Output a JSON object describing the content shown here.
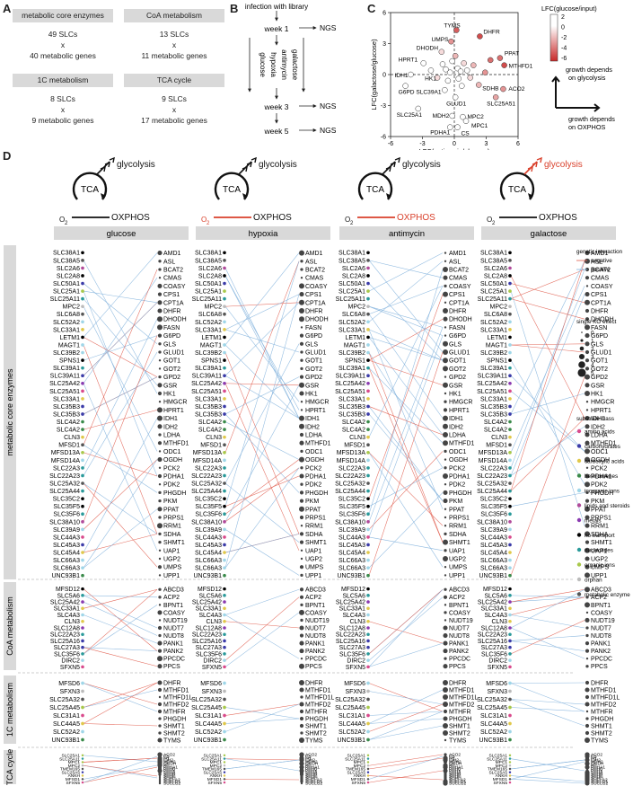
{
  "panel_a": {
    "label": "A",
    "boxes": [
      {
        "title": "metabolic core enzymes",
        "line1": "49 SLCs",
        "line2": "x",
        "line3": "40 metabolic genes"
      },
      {
        "title": "CoA metabolism",
        "line1": "13 SLCs",
        "line2": "x",
        "line3": "11 metabolic genes"
      },
      {
        "title": "1C metabolism",
        "line1": "8 SLCs",
        "line2": "x",
        "line3": "9 metabolic genes"
      },
      {
        "title": "TCA cycle",
        "line1": "9 SLCs",
        "line2": "x",
        "line3": "17 metabolic genes"
      }
    ]
  },
  "panel_b": {
    "label": "B",
    "infection": "infection with library",
    "week1": "week 1",
    "week3": "week 3",
    "week5": "week 5",
    "ngs": "NGS",
    "conditions": [
      "glucose",
      "hypoxia",
      "antimycin",
      "galactose"
    ]
  },
  "panel_c": {
    "label": "C",
    "xlabel": "LFC(antimycin/glucose)",
    "ylabel": "LFC(galactose/glucose)",
    "legend_title": "LFC(glucose/input)",
    "legend_ticks": [
      "2",
      "0",
      "-2",
      "-4",
      "-6"
    ],
    "arrow_up": "growth depends on glycolysis",
    "arrow_right": "growth depends on OXPHOS",
    "point_labels": [
      "TYMS",
      "UMPS",
      "DHODH",
      "HPRT1",
      "IDH1",
      "HK1",
      "G6PD",
      "SLC39A1",
      "GLUD1",
      "SLC25A1",
      "MDH2",
      "PDHA1",
      "CS",
      "MPC2",
      "MPC1",
      "DHFR",
      "PPAT",
      "MTHFD1",
      "SDHB",
      "ACO2",
      "SLC25A51"
    ]
  },
  "chart_data": {
    "type": "scatter",
    "title": "",
    "xlabel": "LFC(antimycin/glucose)",
    "ylabel": "LFC(galactose/glucose)",
    "xlim": [
      -6,
      6
    ],
    "ylim": [
      -6,
      6
    ],
    "x_ticks": [
      -6,
      -3,
      0,
      3,
      6
    ],
    "y_ticks": [
      -6,
      -3,
      0,
      3,
      6
    ],
    "points": [
      {
        "label": "TYMS",
        "x": 0.2,
        "y": 4.3,
        "c": -4.5
      },
      {
        "label": "UMPS",
        "x": -0.3,
        "y": 3.2,
        "c": -3
      },
      {
        "label": "DHODH",
        "x": -1.2,
        "y": 2.2,
        "c": -1
      },
      {
        "label": "HPRT1",
        "x": -2.9,
        "y": 1.1,
        "c": 0
      },
      {
        "label": "IDH1",
        "x": -4.1,
        "y": 0.0,
        "c": 0
      },
      {
        "label": "HK1",
        "x": -1.6,
        "y": -0.3,
        "c": -1
      },
      {
        "label": "G6PD",
        "x": -4.6,
        "y": -1.1,
        "c": 0
      },
      {
        "label": "SLC39A1",
        "x": -0.9,
        "y": -1.5,
        "c": 0
      },
      {
        "label": "GLUD1",
        "x": 0.1,
        "y": -2.2,
        "c": 0
      },
      {
        "label": "SLC25A1",
        "x": -3.4,
        "y": -3.3,
        "c": 0
      },
      {
        "label": "MDH2",
        "x": -0.2,
        "y": -4.0,
        "c": 0
      },
      {
        "label": "PDHA1",
        "x": -0.4,
        "y": -5.1,
        "c": 0
      },
      {
        "label": "CS",
        "x": 0.3,
        "y": -5.1,
        "c": 0
      },
      {
        "label": "MPC2",
        "x": 0.8,
        "y": -4.1,
        "c": 0
      },
      {
        "label": "MPC1",
        "x": 1.1,
        "y": -4.5,
        "c": 0
      },
      {
        "label": "DHFR",
        "x": 2.4,
        "y": 3.7,
        "c": -5
      },
      {
        "label": "PPAT",
        "x": 4.3,
        "y": 1.6,
        "c": -4
      },
      {
        "label": "MTHFD1",
        "x": 4.7,
        "y": 0.9,
        "c": -5
      },
      {
        "label": "SDHB",
        "x": 2.3,
        "y": -1.0,
        "c": -2
      },
      {
        "label": "ACO2",
        "x": 4.6,
        "y": -1.4,
        "c": -3
      },
      {
        "label": "SLC25A51",
        "x": 3.9,
        "y": -2.2,
        "c": -2.5
      },
      {
        "label": "",
        "x": 0.3,
        "y": 0.6,
        "c": 0
      },
      {
        "label": "",
        "x": 0.6,
        "y": 0.3,
        "c": 0
      },
      {
        "label": "",
        "x": -0.4,
        "y": 0.2,
        "c": 0
      },
      {
        "label": "",
        "x": 0.9,
        "y": 1.1,
        "c": -1
      },
      {
        "label": "",
        "x": -0.2,
        "y": 1.3,
        "c": 0
      },
      {
        "label": "",
        "x": 1.2,
        "y": 0.4,
        "c": 0
      },
      {
        "label": "",
        "x": -0.8,
        "y": 0.5,
        "c": 0
      },
      {
        "label": "",
        "x": 0.4,
        "y": -0.4,
        "c": 0
      },
      {
        "label": "",
        "x": -0.6,
        "y": -0.6,
        "c": 0
      },
      {
        "label": "",
        "x": 1.5,
        "y": -0.3,
        "c": -1
      },
      {
        "label": "",
        "x": 0.1,
        "y": 1.8,
        "c": -2
      },
      {
        "label": "",
        "x": 1.8,
        "y": 0.9,
        "c": -2
      },
      {
        "label": "",
        "x": -1.1,
        "y": 1.0,
        "c": 0
      },
      {
        "label": "",
        "x": 2.9,
        "y": 0.2,
        "c": -3
      },
      {
        "label": "",
        "x": 3.4,
        "y": 1.4,
        "c": -4
      },
      {
        "label": "",
        "x": -2.2,
        "y": 0.4,
        "c": 0
      },
      {
        "label": "",
        "x": 0.7,
        "y": -1.1,
        "c": 0
      }
    ]
  },
  "panel_d": {
    "label": "D",
    "glycolysis": "glycolysis",
    "tca": "TCA",
    "oxphos": "OXPHOS",
    "o2": "O",
    "o2sub": "2",
    "columns": [
      "glucose",
      "hypoxia",
      "antimycin",
      "galactose"
    ],
    "sections": [
      "metabolic core enzymes",
      "CoA metabolism",
      "1C metabolism",
      "TCA cycle"
    ],
    "mce_slcs": [
      "SLC38A1",
      "SLC38A5",
      "SLC2A6",
      "SLC2A8",
      "SLC50A1",
      "SLC25A1",
      "SLC25A11",
      "MPC2",
      "SLC6A8",
      "SLC52A2",
      "SLC33A1",
      "LETM1",
      "MAGT1",
      "SLC39B2",
      "SPNS1",
      "SLC39A1",
      "SLC39A11",
      "SLC25A42",
      "SLC25A51",
      "SLC33A1",
      "SLC35B3",
      "SLC35B3",
      "SLC4A2",
      "SLC4A2",
      "CLN3",
      "MFSD1",
      "MFSD13A",
      "MFSD14A",
      "SLC22A3",
      "SLC22A23",
      "SLC25A32",
      "SLC25A44",
      "SLC35C2",
      "SLC35F5",
      "SLC35F6",
      "SLC38A10",
      "SLC39A9",
      "SLC44A3",
      "SLC45A3",
      "SLC45A4",
      "SLC66A3",
      "SLC66A3",
      "UNC93B1"
    ],
    "mce_genes": [
      "AMD1",
      "ASL",
      "BCAT2",
      "CMAS",
      "COASY",
      "CPS1",
      "CPT1A",
      "DHFR",
      "DHODH",
      "FASN",
      "G6PD",
      "GLS",
      "GLUD1",
      "GOT1",
      "GOT2",
      "GPD2",
      "GSR",
      "HK1",
      "HMGCR",
      "HPRT1",
      "IDH1",
      "IDH2",
      "LDHA",
      "MTHFD1",
      "ODC1",
      "OGDH",
      "PCK2",
      "PDHA1",
      "PDK2",
      "PHGDH",
      "PKM",
      "PPAT",
      "PRPS1",
      "RRM1",
      "SDHA",
      "SHMT1",
      "UAP1",
      "UGP2",
      "UMPS",
      "UPP1"
    ],
    "coa_slcs": [
      "MFSD12",
      "SLC5A6",
      "SLC25A42",
      "SLC33A1",
      "SLC4A3",
      "CLN3",
      "SLC12A8",
      "SLC22A23",
      "SLC25A16",
      "SLC27A3",
      "SLC35F6",
      "DIRC2",
      "SFXN5"
    ],
    "coa_genes": [
      "ABCD3",
      "ACP2",
      "BPNT1",
      "COASY",
      "NUDT19",
      "NUDT7",
      "NUDT8",
      "PANK1",
      "PANK2",
      "PPCDC",
      "PPCS"
    ],
    "c1_slcs": [
      "MFSD6",
      "SFXN3",
      "SLC25A32",
      "SLC25A45",
      "SLC31A1",
      "SLC44A5",
      "SLC52A2",
      "UNC93B1"
    ],
    "c1_genes": [
      "DHFR",
      "MTHFD1",
      "MTHFD1L",
      "MTHFD2",
      "MTHFR",
      "PHGDH",
      "SHMT1",
      "SHMT2",
      "TYMS"
    ],
    "tca_slcs": [
      "SLC25A1",
      "SLC25A11",
      "MPC1",
      "MPC2",
      "TMEM165",
      "SLC25A5",
      "ANKH",
      "MFSD1",
      "SFXN5"
    ],
    "tca_genes": [
      "ACO2",
      "CS",
      "FH",
      "IDH2",
      "MDH2",
      "OGDH",
      "PC",
      "PDHA1",
      "PDHB",
      "PDHX",
      "SDHA",
      "SDHB",
      "SDHC",
      "SDHD",
      "SUCLA2",
      "SUCLG1",
      "SUCLG2"
    ]
  },
  "legend": {
    "gi_title": "genetic interaction",
    "gi_neg": "negative",
    "gi_pos": "positive",
    "ko_title": "single KO effect",
    "ko_vals": [
      "0",
      "1",
      "2",
      "3",
      "4",
      "5"
    ],
    "sub_title": "substrate class",
    "classes": [
      {
        "name": "amino acids",
        "color": "#d94a8c"
      },
      {
        "name": "carbohydrates",
        "color": "#3b3ba8"
      },
      {
        "name": "carboxylic acids",
        "color": "#e0c84a"
      },
      {
        "name": "heteroarenes",
        "color": "#3a8a4a"
      },
      {
        "name": "inorganic ions",
        "color": "#9fd6e8"
      },
      {
        "name": "lipids and steroids",
        "color": "#b04a9a"
      },
      {
        "name": "metals",
        "color": "#8a3ab0"
      },
      {
        "name": "no transport",
        "color": "#000000"
      },
      {
        "name": "nucleotides",
        "color": "#2a9a9a"
      },
      {
        "name": "organic ions",
        "color": "#a8c84a"
      },
      {
        "name": "orphan",
        "color": "#bbbbbb"
      },
      {
        "name": "metabolic enzyme",
        "color": "#555555"
      }
    ],
    "neg_color": "#e05a4a",
    "pos_color": "#7fb0dc"
  }
}
